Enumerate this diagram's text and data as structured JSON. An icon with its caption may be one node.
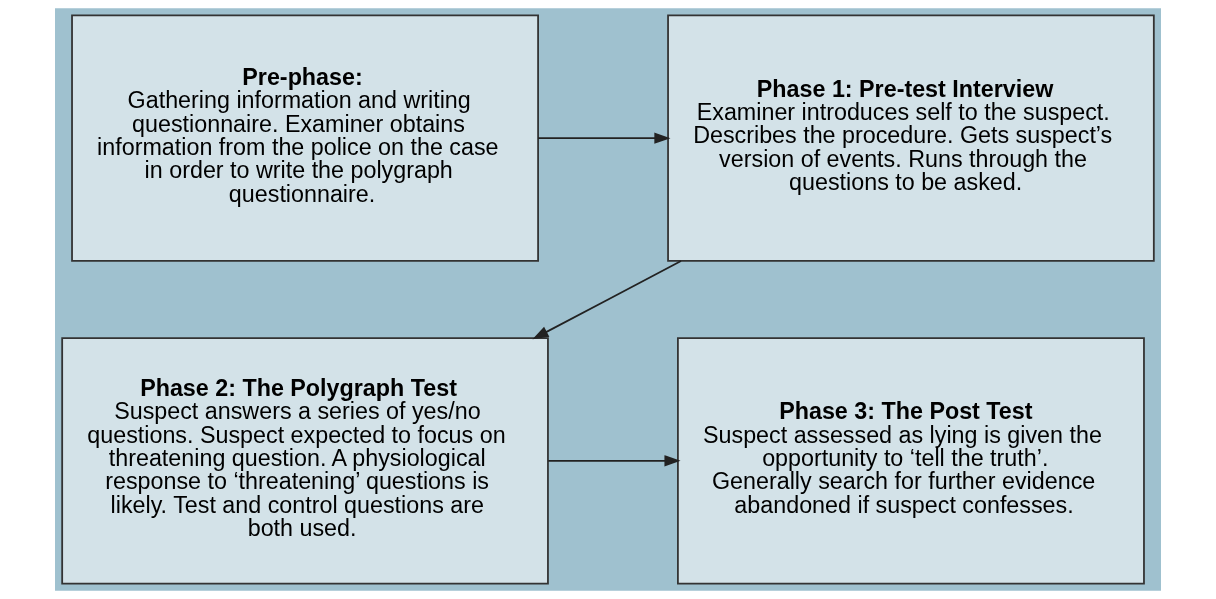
{
  "diagram": {
    "nodes": [
      {
        "text": [
          "Pre-phase:",
          "Gathering information and writing questionnaire. Examiner obtains information from the police on the case in order to write the polygraph questionnaire."
        ]
      },
      {
        "text": [
          "Phase 1: Pre-test Interview",
          "Examiner introduces self to the suspect. Describes the procedure. Gets suspect’s version of events. Runs through the questions to be asked."
        ]
      },
      {
        "text": [
          "Phase 2: The Polygraph Test",
          "Suspect answers a series of yes/no questions. Suspect expected to focus on threatening question. A physiological response to ‘threatening’ questions is likely. Test and control questions are both used."
        ]
      },
      {
        "text": [
          "Phase 3: The Post Test",
          "Suspect assessed as lying is given the opportunity to ‘tell the truth’. Generally search for further evidence abandoned if suspect confesses."
        ]
      }
    ],
    "edges": [
      {
        "from": 0,
        "to": 1,
        "arrow": "to"
      },
      {
        "from": 1,
        "to": 2,
        "arrow": "to"
      },
      {
        "from": 2,
        "to": 3,
        "arrow": "to"
      }
    ]
  }
}
